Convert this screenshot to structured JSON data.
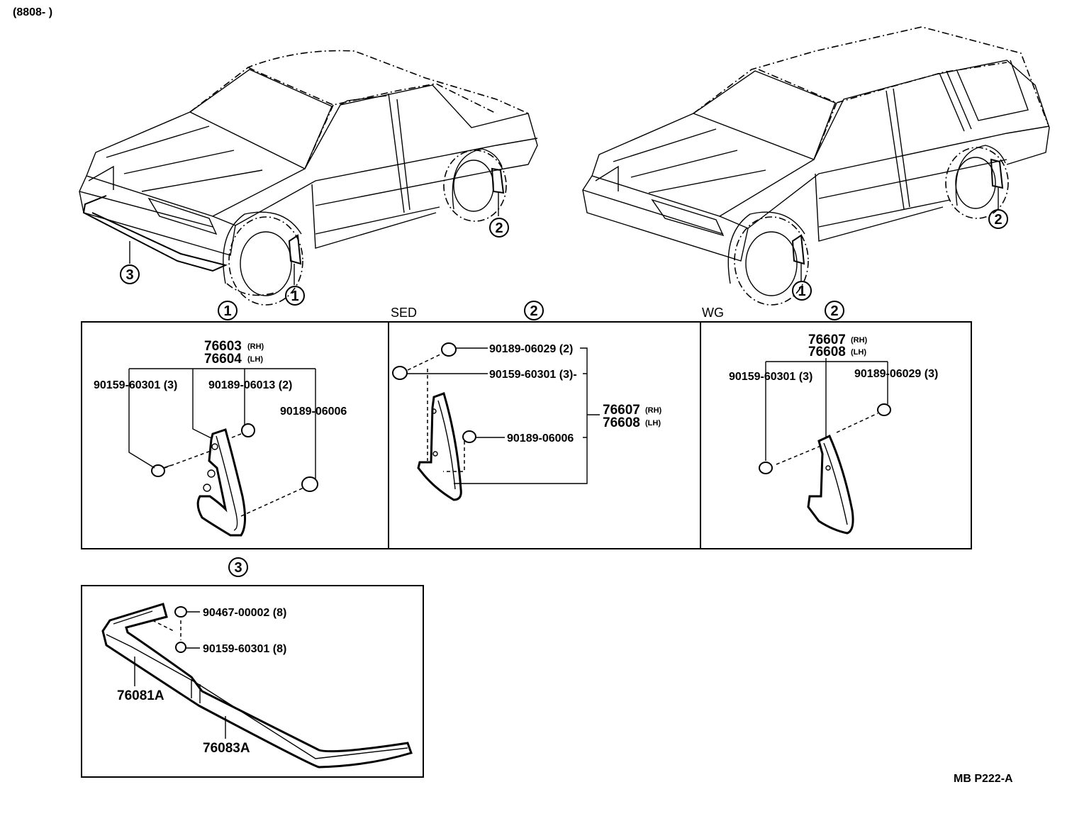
{
  "header": {
    "date_code": "(8808-     )"
  },
  "footer": {
    "drawing_id": "MB  P222-A"
  },
  "callouts": {
    "c1": "1",
    "c2": "2",
    "c3": "3"
  },
  "sections": {
    "sed": "SED",
    "wg": "WG"
  },
  "panel1": {
    "part_main_rh": "76603",
    "part_main_lh": "76604",
    "rh": "(RH)",
    "lh": "(LH)",
    "screw": "90159-60301 (3)",
    "clip_a": "90189-06013 (2)",
    "clip_b": "90189-06006"
  },
  "panel2": {
    "clip_a": "90189-06029 (2)",
    "screw": "90159-60301 (3)-",
    "clip_b": "90189-06006",
    "part_main_rh": "76607",
    "part_main_lh": "76608",
    "rh": "(RH)",
    "lh": "(LH)"
  },
  "panel3": {
    "part_main_rh": "76607",
    "part_main_lh": "76608",
    "rh": "(RH)",
    "lh": "(LH)",
    "screw": "90159-60301 (3)",
    "clip": "90189-06029 (3)"
  },
  "panel4": {
    "nut": "90467-00002 (8)",
    "screw": "90159-60301 (8)",
    "spoiler_a": "76081A",
    "spoiler_b": "76083A"
  }
}
